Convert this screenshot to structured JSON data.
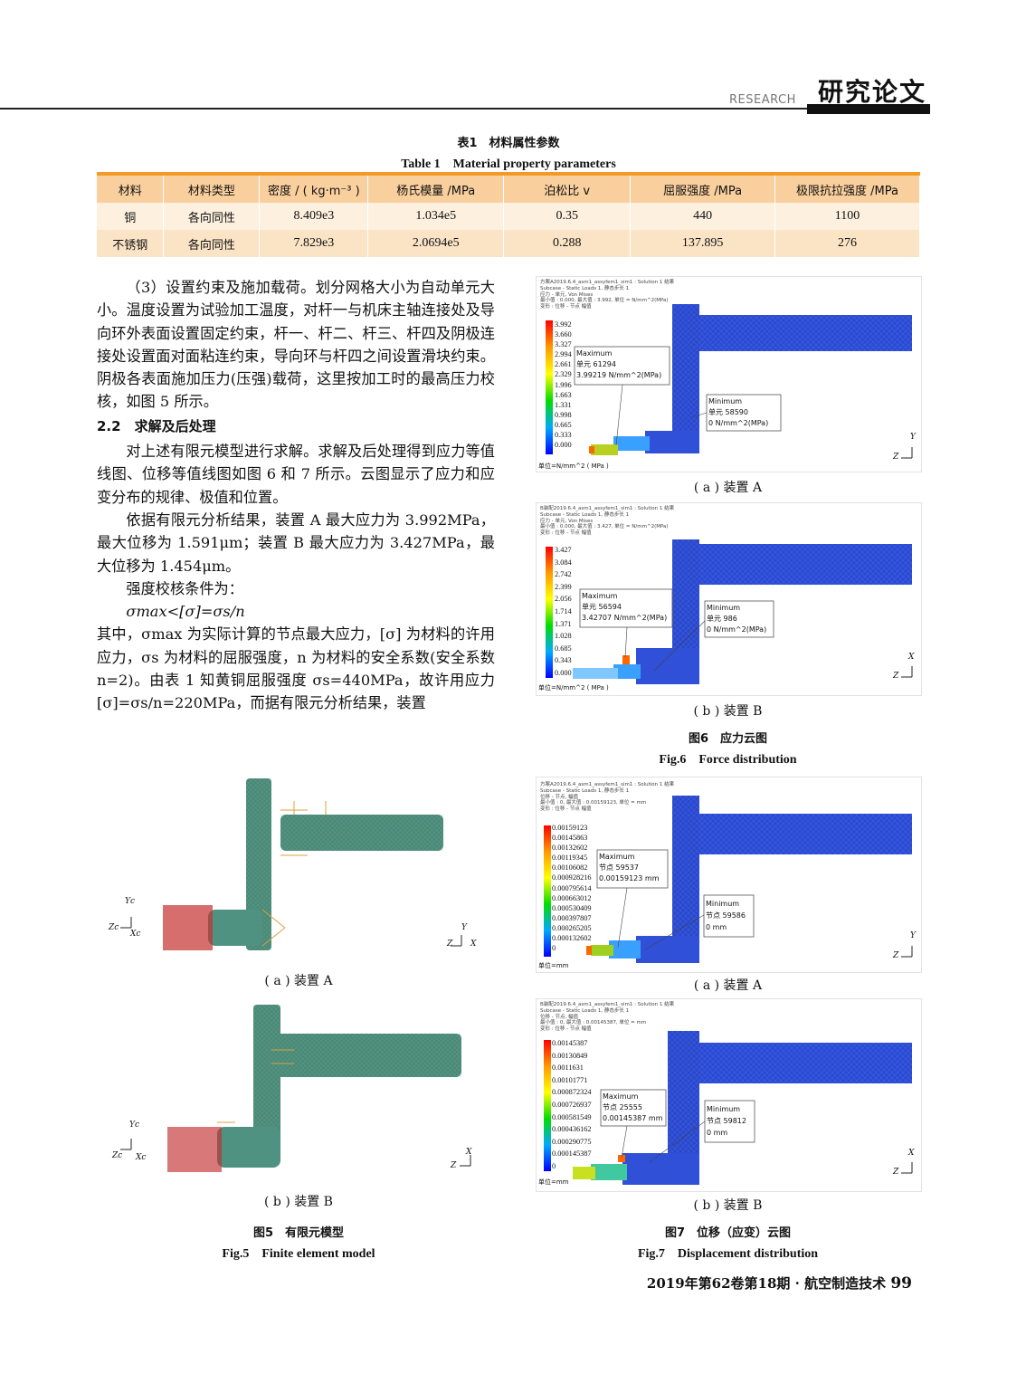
{
  "header": {
    "section_en": "RESEARCH",
    "section_cn": "研究论文"
  },
  "table": {
    "caption_cn": "表1　材料属性参数",
    "caption_en": "Table 1　Material property parameters",
    "headers": [
      "材料",
      "材料类型",
      "密度 / ( kg·m⁻³ )",
      "杨氏模量 /MPa",
      "泊松比 v",
      "屈服强度 /MPa",
      "极限抗拉强度 /MPa"
    ],
    "rows": [
      [
        "铜",
        "各向同性",
        "8.409e3",
        "1.034e5",
        "0.35",
        "440",
        "1100"
      ],
      [
        "不锈钢",
        "各向同性",
        "7.829e3",
        "2.0694e5",
        "0.288",
        "137.895",
        "276"
      ]
    ]
  },
  "body": {
    "p1": "（3）设置约束及施加载荷。划分网格大小为自动单元大小。温度设置为试验加工温度，对杆一与机床主轴连接处及导向环外表面设置固定约束，杆一、杆二、杆三、杆四及阴极连接处设置面对面粘连约束，导向环与杆四之间设置滑块约束。阴极各表面施加压力(压强)载荷，这里按加工时的最高压力校核，如图 5 所示。",
    "section_heading": "2.2　求解及后处理",
    "p2": "对上述有限元模型进行求解。求解及后处理得到应力等值线图、位移等值线图如图 6 和 7 所示。云图显示了应力和应变分布的规律、极值和位置。",
    "p3": "依据有限元分析结果，装置 A 最大应力为 3.992MPa，最大位移为 1.591μm；装置 B 最大应力为 3.427MPa，最大位移为 1.454μm。",
    "p4": "强度校核条件为：",
    "formula": "σmax<[σ]=σs/n",
    "p5": "其中，σmax 为实际计算的节点最大应力，[σ] 为材料的许用应力，σs 为材料的屈服强度，n 为材料的安全系数(安全系数 n=2)。由表 1 知黄铜屈服强度 σs=440MPa，故许用应力 [σ]=σs/n=220MPa，而据有限元分析结果，装置"
  },
  "fig6": {
    "caption_cn": "图6　应力云图",
    "caption_en": "Fig.6　Force distribution",
    "a": {
      "sublabel": "( a ) 装置 A",
      "header_lines": [
        "方案A2019.6.4_asm1_assyfem1_sim1 : Solution 1 结果",
        "Subcase - Static Loads 1, 静态步长 1",
        "应力 - 单元, Von Mises",
        "最小值 : 0.000, 最大值 : 3.992, 单位 = N/mm^2(MPa)",
        "变形 : 位移 - 节点 幅值"
      ],
      "legend": [
        "3.992",
        "3.660",
        "3.327",
        "2.994",
        "2.661",
        "2.329",
        "1.996",
        "1.663",
        "1.331",
        "0.998",
        "0.665",
        "0.333",
        "0.000"
      ],
      "unit": "单位=N/mm^2 ( MPa )",
      "max_box": [
        "Maximum",
        "单元 61294",
        "3.99219 N/mm^2(MPa)"
      ],
      "min_box": [
        "Minimum",
        "单元 58590",
        "0 N/mm^2(MPa)"
      ],
      "axes": [
        "Y",
        "Z"
      ]
    },
    "b": {
      "sublabel": "( b ) 装置 B",
      "header_lines": [
        "B装配2019.6.4_asm1_assyfem1_sim1 : Solution 1 结果",
        "Subcase - Static Loads 1, 静态步长 1",
        "应力 - 单元, Von Mises",
        "最小值 : 0.000, 最大值 : 3.427, 单位 = N/mm^2(MPa)",
        "变形 : 位移 - 节点 幅值"
      ],
      "legend": [
        "3.427",
        "3.084",
        "2.742",
        "2.399",
        "2.056",
        "1.714",
        "1.371",
        "1.028",
        "0.685",
        "0.343",
        "0.000"
      ],
      "unit": "单位=N/mm^2 ( MPa )",
      "max_box": [
        "Maximum",
        "单元 56594",
        "3.42707 N/mm^2(MPa)"
      ],
      "min_box": [
        "Minimum",
        "单元 986",
        "0 N/mm^2(MPa)"
      ],
      "axes": [
        "X",
        "Z"
      ]
    }
  },
  "fig5": {
    "caption_cn": "图5　有限元模型",
    "caption_en": "Fig.5　Finite element model",
    "a": {
      "sublabel": "( a ) 装置 A",
      "axes": [
        "Yc",
        "Zc",
        "Xc",
        "Y",
        "Z",
        "X"
      ]
    },
    "b": {
      "sublabel": "( b ) 装置 B",
      "axes": [
        "Yc",
        "Zc",
        "Xc",
        "X",
        "Z"
      ]
    }
  },
  "fig7": {
    "caption_cn": "图7　位移（应变）云图",
    "caption_en": "Fig.7　Displacement distribution",
    "a": {
      "sublabel": "( a ) 装置 A",
      "header_lines": [
        "方案A2019.6.4_asm1_assyfem1_sim1 : Solution 1 结果",
        "Subcase - Static Loads 1, 静态步长 1",
        "位移 - 节点, 幅值",
        "最小值 : 0, 最大值 : 0.00159123, 单位 = mm",
        "变形 : 位移 - 节点 幅值"
      ],
      "legend": [
        "0.00159123",
        "0.00145863",
        "0.00132602",
        "0.00119345",
        "0.00106082",
        "0.000928216",
        "0.000795614",
        "0.000663012",
        "0.000530409",
        "0.000397807",
        "0.000265205",
        "0.000132602",
        "0"
      ],
      "unit": "单位=mm",
      "max_box": [
        "Maximum",
        "节点 59537",
        "0.00159123 mm"
      ],
      "min_box": [
        "Minimum",
        "节点 59586",
        "0 mm"
      ],
      "axes": [
        "Y",
        "Z"
      ]
    },
    "b": {
      "sublabel": "( b ) 装置 B",
      "header_lines": [
        "B装配2019.6.4_asm1_assyfem1_sim1 : Solution 1 结果",
        "Subcase - Static Loads 1, 静态步长 1",
        "位移 - 节点, 幅值",
        "最小值 : 0, 最大值 : 0.00145387, 单位 = mm",
        "变形 : 位移 - 节点 幅值"
      ],
      "legend": [
        "0.00145387",
        "0.00130849",
        "0.0011631",
        "0.00101771",
        "0.000872324",
        "0.000726937",
        "0.000581549",
        "0.000436162",
        "0.000290775",
        "0.000145387",
        "0"
      ],
      "unit": "单位=mm",
      "max_box": [
        "Maximum",
        "节点 25555",
        "0.00145387 mm"
      ],
      "min_box": [
        "Minimum",
        "节点 59812",
        "0 mm"
      ],
      "axes": [
        "X",
        "Z"
      ]
    }
  },
  "footer": {
    "text": "2019年第62卷第18期 · 航空制造技术",
    "page": "99"
  }
}
